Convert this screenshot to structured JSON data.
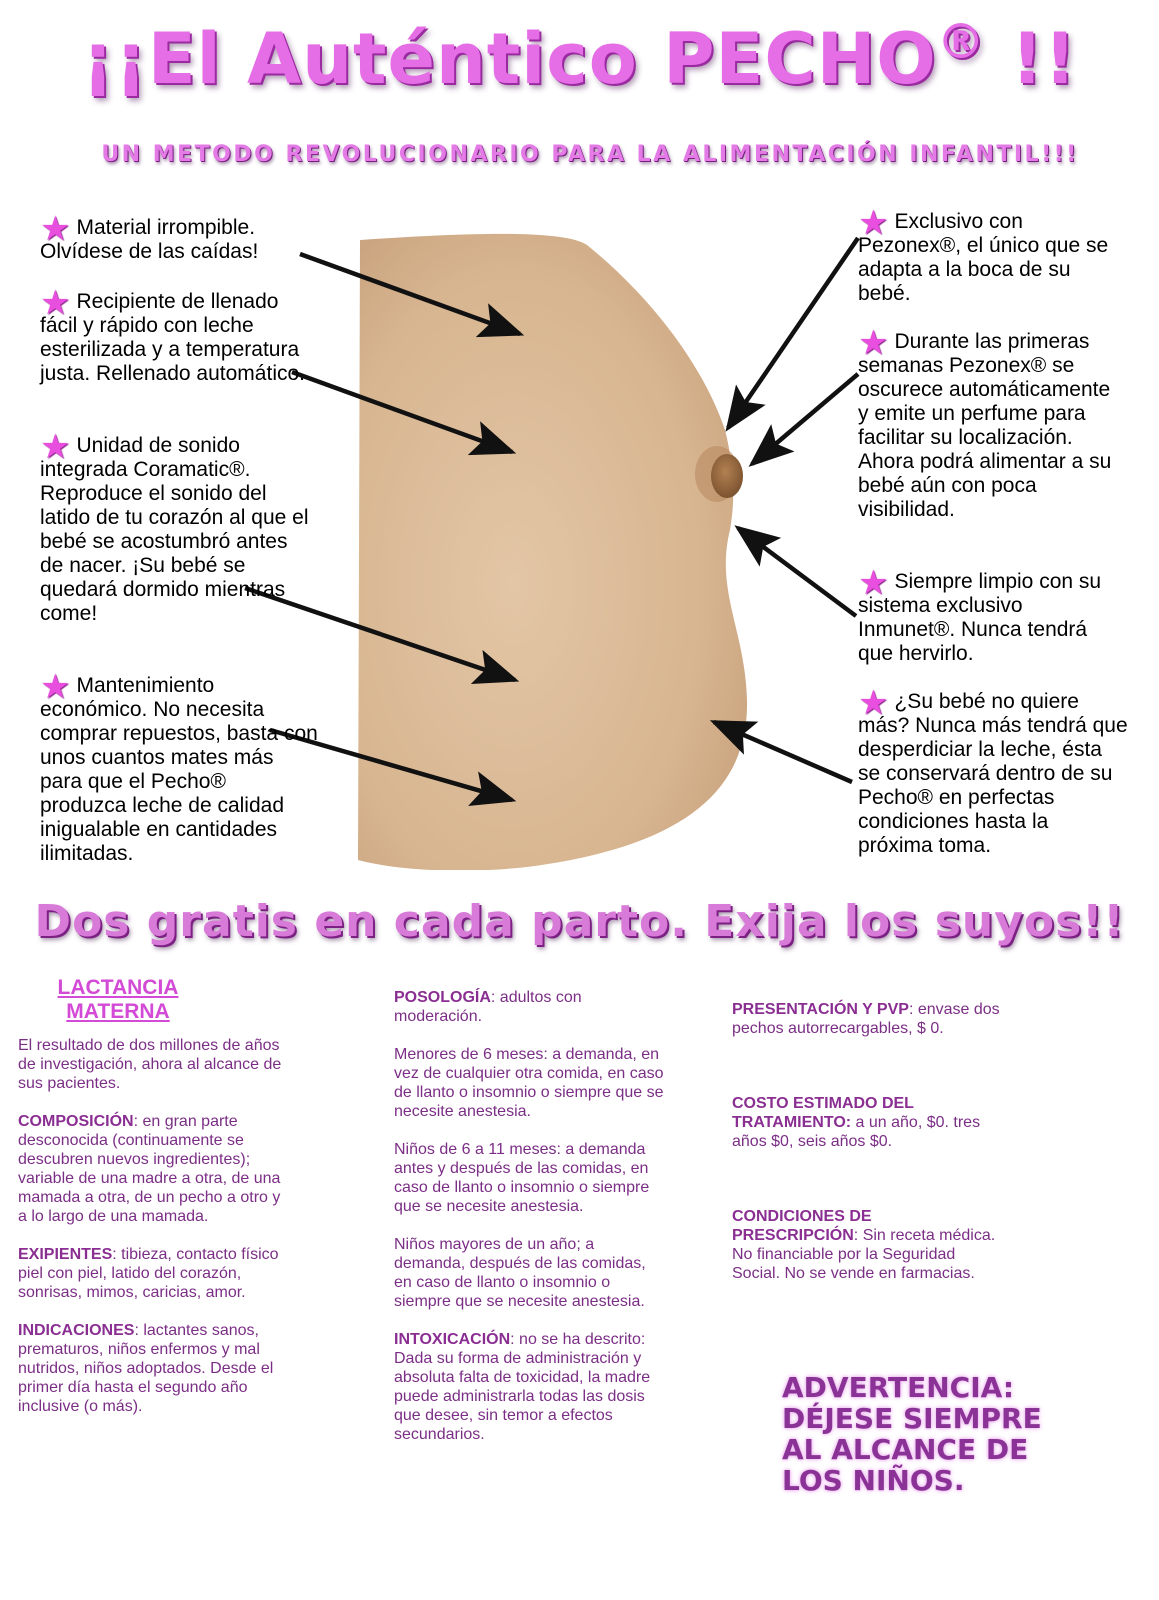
{
  "header": {
    "title": "¡¡El Auténtico PECHO",
    "title_mark": "®",
    "title_end": " !!",
    "subtitle": "UN METODO REVOLUCIONARIO PARA LA ALIMENTACIÓN INFANTIL!!!"
  },
  "left_features": [
    {
      "text": "Material irrompible. Olvídese de las caídas!"
    },
    {
      "text": "Recipiente de llenado fácil y rápido con leche esterilizada y a temperatura justa. Rellenado automático."
    },
    {
      "text": "Unidad de sonido integrada Coramatic®. Reproduce el sonido del latido de tu corazón al que el bebé se acostumbró antes de nacer. ¡Su bebé se quedará dormido mientras come!"
    },
    {
      "text": "Mantenimiento económico. No necesita comprar repuestos, basta con unos cuantos mates más para que el Pecho® produzca leche de calidad inigualable en cantidades ilimitadas."
    }
  ],
  "right_features": [
    {
      "text": "Exclusivo con Pezonex®, el único que se adapta a la boca de su bebé."
    },
    {
      "text": "Durante las primeras semanas Pezonex® se oscurece automáticamente y emite un perfume para facilitar su localización. Ahora podrá alimentar a su bebé aún con poca visibilidad."
    },
    {
      "text": "Siempre limpio con su sistema exclusivo Inmunet®. Nunca tendrá que hervirlo."
    },
    {
      "text": "¿Su bebé no quiere más? Nunca más tendrá que desperdiciar la leche, ésta se conservará dentro de su Pecho® en perfectas condiciones hasta la próxima toma."
    }
  ],
  "slogan": "Dos gratis en cada parto. Exija los suyos!!",
  "col1": {
    "heading": "LACTANCIA MATERNA",
    "intro": "El resultado de dos millones de años de investigación, ahora al alcance de sus pacientes.",
    "composicion_label": "COMPOSICIÓN",
    "composicion": ": en gran parte desconocida (continuamente se descubren nuevos ingredientes); variable de una madre a otra, de una mamada a otra, de un pecho a otro y a lo largo de una mamada.",
    "exipientes_label": "EXIPIENTES",
    "exipientes": ": tibieza, contacto físico piel con piel, latido del corazón, sonrisas, mimos, caricias, amor.",
    "indicaciones_label": "INDICACIONES",
    "indicaciones": ": lactantes sanos, prematuros, niños enfermos y mal nutridos, niños adoptados. Desde el primer día hasta el segundo año inclusive (o más)."
  },
  "col2": {
    "posologia_label": "POSOLOGÍA",
    "posologia": ": adultos con moderación.",
    "p1": "Menores de 6 meses: a demanda, en vez de cualquier otra comida, en caso de llanto o insomnio o siempre que se necesite anestesia.",
    "p2": "Niños de 6 a 11 meses: a demanda antes y después de las comidas, en caso de llanto o insomnio o siempre que se necesite anestesia.",
    "p3": "Niños mayores de un año; a demanda, después de las comidas, en caso de llanto o insomnio o siempre que se necesite anestesia.",
    "intox_label": "INTOXICACIÓN",
    "intox": ": no se ha descrito: Dada su forma de administración y absoluta falta de toxicidad, la madre puede administrarla todas las dosis que desee, sin temor a efectos secundarios."
  },
  "col3": {
    "presentacion_label": "PRESENTACIÓN Y PVP",
    "presentacion": ": envase dos pechos autorrecargables, $ 0.",
    "costo_label": "COSTO ESTIMADO DEL TRATAMIENTO:",
    "costo": " a un año, $0. tres años $0, seis años $0.",
    "condiciones_label": "CONDICIONES DE PRESCRIPCIÓN",
    "condiciones": ": Sin receta médica. No financiable por la Seguridad Social. No se vende en farmacias."
  },
  "warning": "ADVERTENCIA: DÉJESE SIEMPRE AL ALCANCE DE LOS NIÑOS.",
  "colors": {
    "pink": "#e56ee6",
    "purple_text": "#7b2e85",
    "skin": "#d9b896"
  },
  "icons": [
    "star-icon",
    "arrow-icon"
  ]
}
